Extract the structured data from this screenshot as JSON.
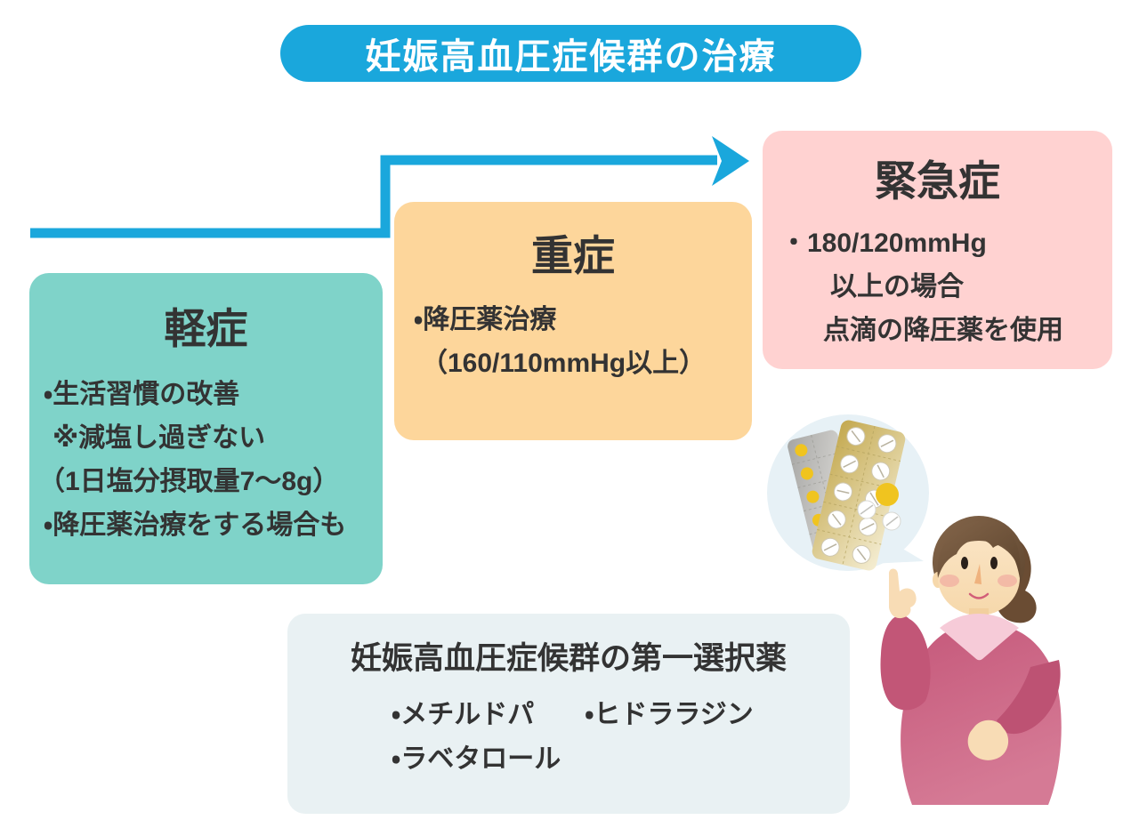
{
  "banner": {
    "title": "妊娠高血圧症候群の治療"
  },
  "cards": {
    "mild": {
      "title": "軽症",
      "lines": [
        "・生活習慣の改善",
        "※減塩し過ぎない",
        "（1日塩分摂取量7〜8g）",
        "・降圧薬治療をする場合も"
      ]
    },
    "severe": {
      "title": "重症",
      "lines": [
        "・降圧薬治療",
        "（160/110mmHg以上）"
      ]
    },
    "emergency": {
      "title": "緊急症",
      "lines": [
        "・180/120mmHg",
        "以上の場合",
        "点滴の降圧薬を使用"
      ]
    }
  },
  "first_choice": {
    "title": "妊娠高血圧症候群の第一選択薬",
    "drugs": [
      "・メチルドパ",
      "・ヒドララジン",
      "・ラベタロール"
    ]
  },
  "illustration": {
    "speech_bubble": "medicine-blister-packs-and-pills",
    "figure": "pregnant-woman-pointing"
  },
  "colors": {
    "banner_blue": "#1aa7dc",
    "arrow_blue": "#1aa7dc",
    "mild_green": "#7fd3c9",
    "severe_orange": "#fdd69b",
    "emergency_pink": "#ffd2d1",
    "first_choice_gray": "#e9f1f3",
    "text": "#333333"
  }
}
